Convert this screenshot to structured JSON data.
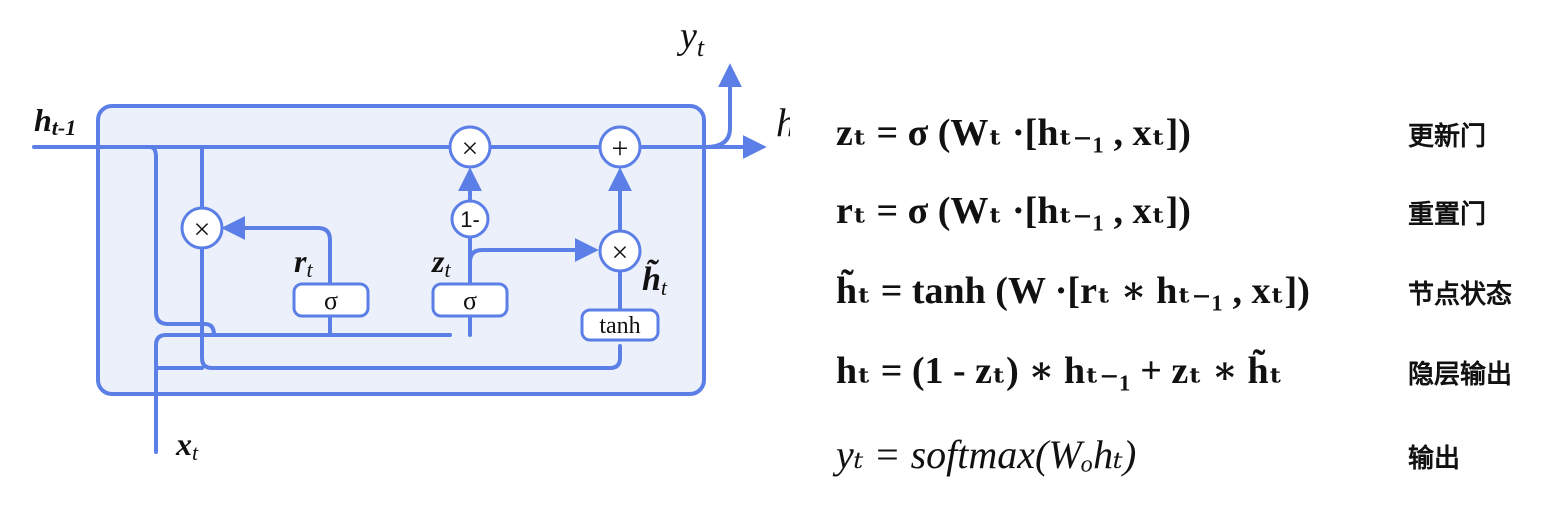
{
  "diagram": {
    "labels": {
      "h_prev": "h",
      "h_prev_sub": "t-1",
      "x_in": "x",
      "x_in_sub": "t",
      "y_out": "y",
      "y_out_sub": "t",
      "h_out": "h",
      "h_out_sub": "t",
      "r_gate": "r",
      "r_gate_sub": "t",
      "z_gate": "z",
      "z_gate_sub": "t",
      "h_tilde": "h̃",
      "h_tilde_sub": "t"
    },
    "nodes": {
      "sigma_r": "σ",
      "sigma_z": "σ",
      "tanh": "tanh",
      "one_minus": "1-",
      "times": "×",
      "plus": "+"
    },
    "colors": {
      "line": "#5b7fe6",
      "box_fill": "#ecf0fa",
      "node_fill": "#ffffff"
    }
  },
  "equations": [
    {
      "formula": "zₜ = σ (Wₜ ·[hₜ₋₁ , xₜ])",
      "name": "更新门"
    },
    {
      "formula": "rₜ = σ (Wₜ ·[hₜ₋₁ , xₜ])",
      "name": "重置门"
    },
    {
      "formula": "h̃ₜ = tanh (W ·[rₜ ∗ hₜ₋₁ , xₜ])",
      "name": "节点状态"
    },
    {
      "formula": "hₜ = (1 - zₜ) ∗ hₜ₋₁ + zₜ ∗ h̃ₜ",
      "name": "隐层输出"
    },
    {
      "formula": "yₜ = softmax(Wₒhₜ)",
      "name": "输出"
    }
  ]
}
